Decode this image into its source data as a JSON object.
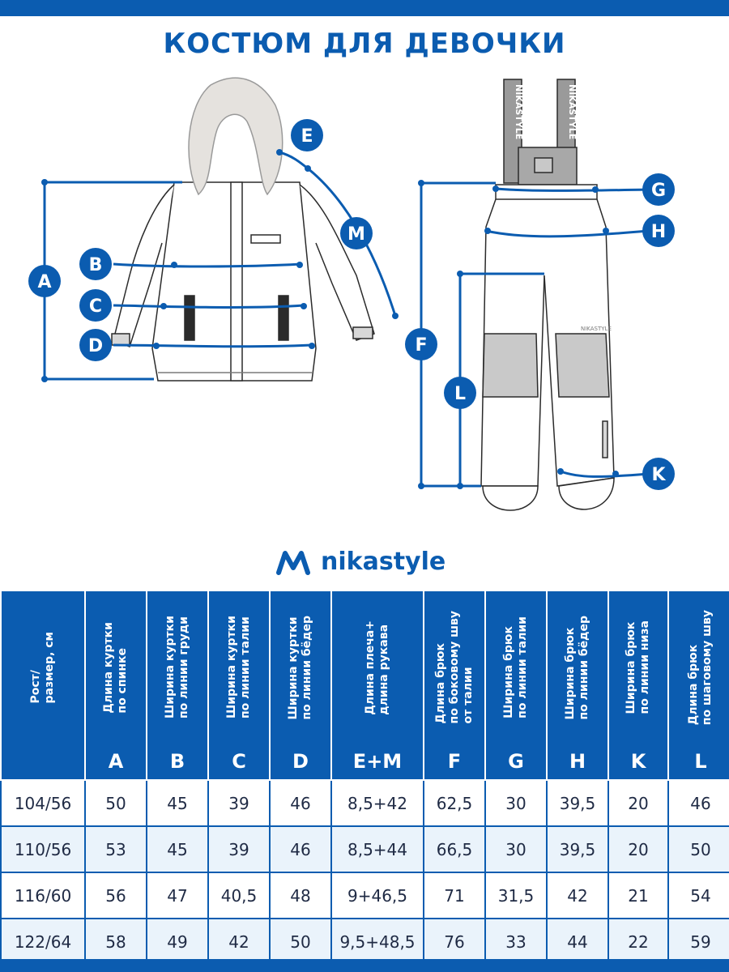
{
  "title": "КОСТЮМ ДЛЯ ДЕВОЧКИ",
  "brand": {
    "name": "nikastyle"
  },
  "colors": {
    "primary": "#0b5cb0",
    "row_alt": "#eaf3fb",
    "text": "#1f2a44"
  },
  "markers": [
    "A",
    "B",
    "C",
    "D",
    "E",
    "M",
    "F",
    "G",
    "H",
    "L",
    "K"
  ],
  "suspender_text": [
    "NIKASTYLE",
    "NIKASTYLE"
  ],
  "knee_label": "NIKASTYLE",
  "table": {
    "columns": [
      {
        "label": "Рост/\nразмер, см",
        "letter": ""
      },
      {
        "label": "Длина куртки\nпо спинке",
        "letter": "A"
      },
      {
        "label": "Ширина куртки\nпо линии груди",
        "letter": "B"
      },
      {
        "label": "Ширина куртки\nпо линии талии",
        "letter": "C"
      },
      {
        "label": "Ширина куртки\nпо линии бёдер",
        "letter": "D"
      },
      {
        "label": "Длина плеча+\nдлина рукава",
        "letter": "E+M"
      },
      {
        "label": "Длина брюк\nпо боковому шву\nот талии",
        "letter": "F"
      },
      {
        "label": "Ширина брюк\nпо линии талии",
        "letter": "G"
      },
      {
        "label": "Ширина брюк\nпо линии бёдер",
        "letter": "H"
      },
      {
        "label": "Ширина брюк\nпо линии низа",
        "letter": "K"
      },
      {
        "label": "Длина брюк\nпо шаговому шву",
        "letter": "L"
      }
    ],
    "rows": [
      [
        "104/56",
        "50",
        "45",
        "39",
        "46",
        "8,5+42",
        "62,5",
        "30",
        "39,5",
        "20",
        "46"
      ],
      [
        "110/56",
        "53",
        "45",
        "39",
        "46",
        "8,5+44",
        "66,5",
        "30",
        "39,5",
        "20",
        "50"
      ],
      [
        "116/60",
        "56",
        "47",
        "40,5",
        "48",
        "9+46,5",
        "71",
        "31,5",
        "42",
        "21",
        "54"
      ],
      [
        "122/64",
        "58",
        "49",
        "42",
        "50",
        "9,5+48,5",
        "76",
        "33",
        "44",
        "22",
        "59"
      ]
    ]
  }
}
